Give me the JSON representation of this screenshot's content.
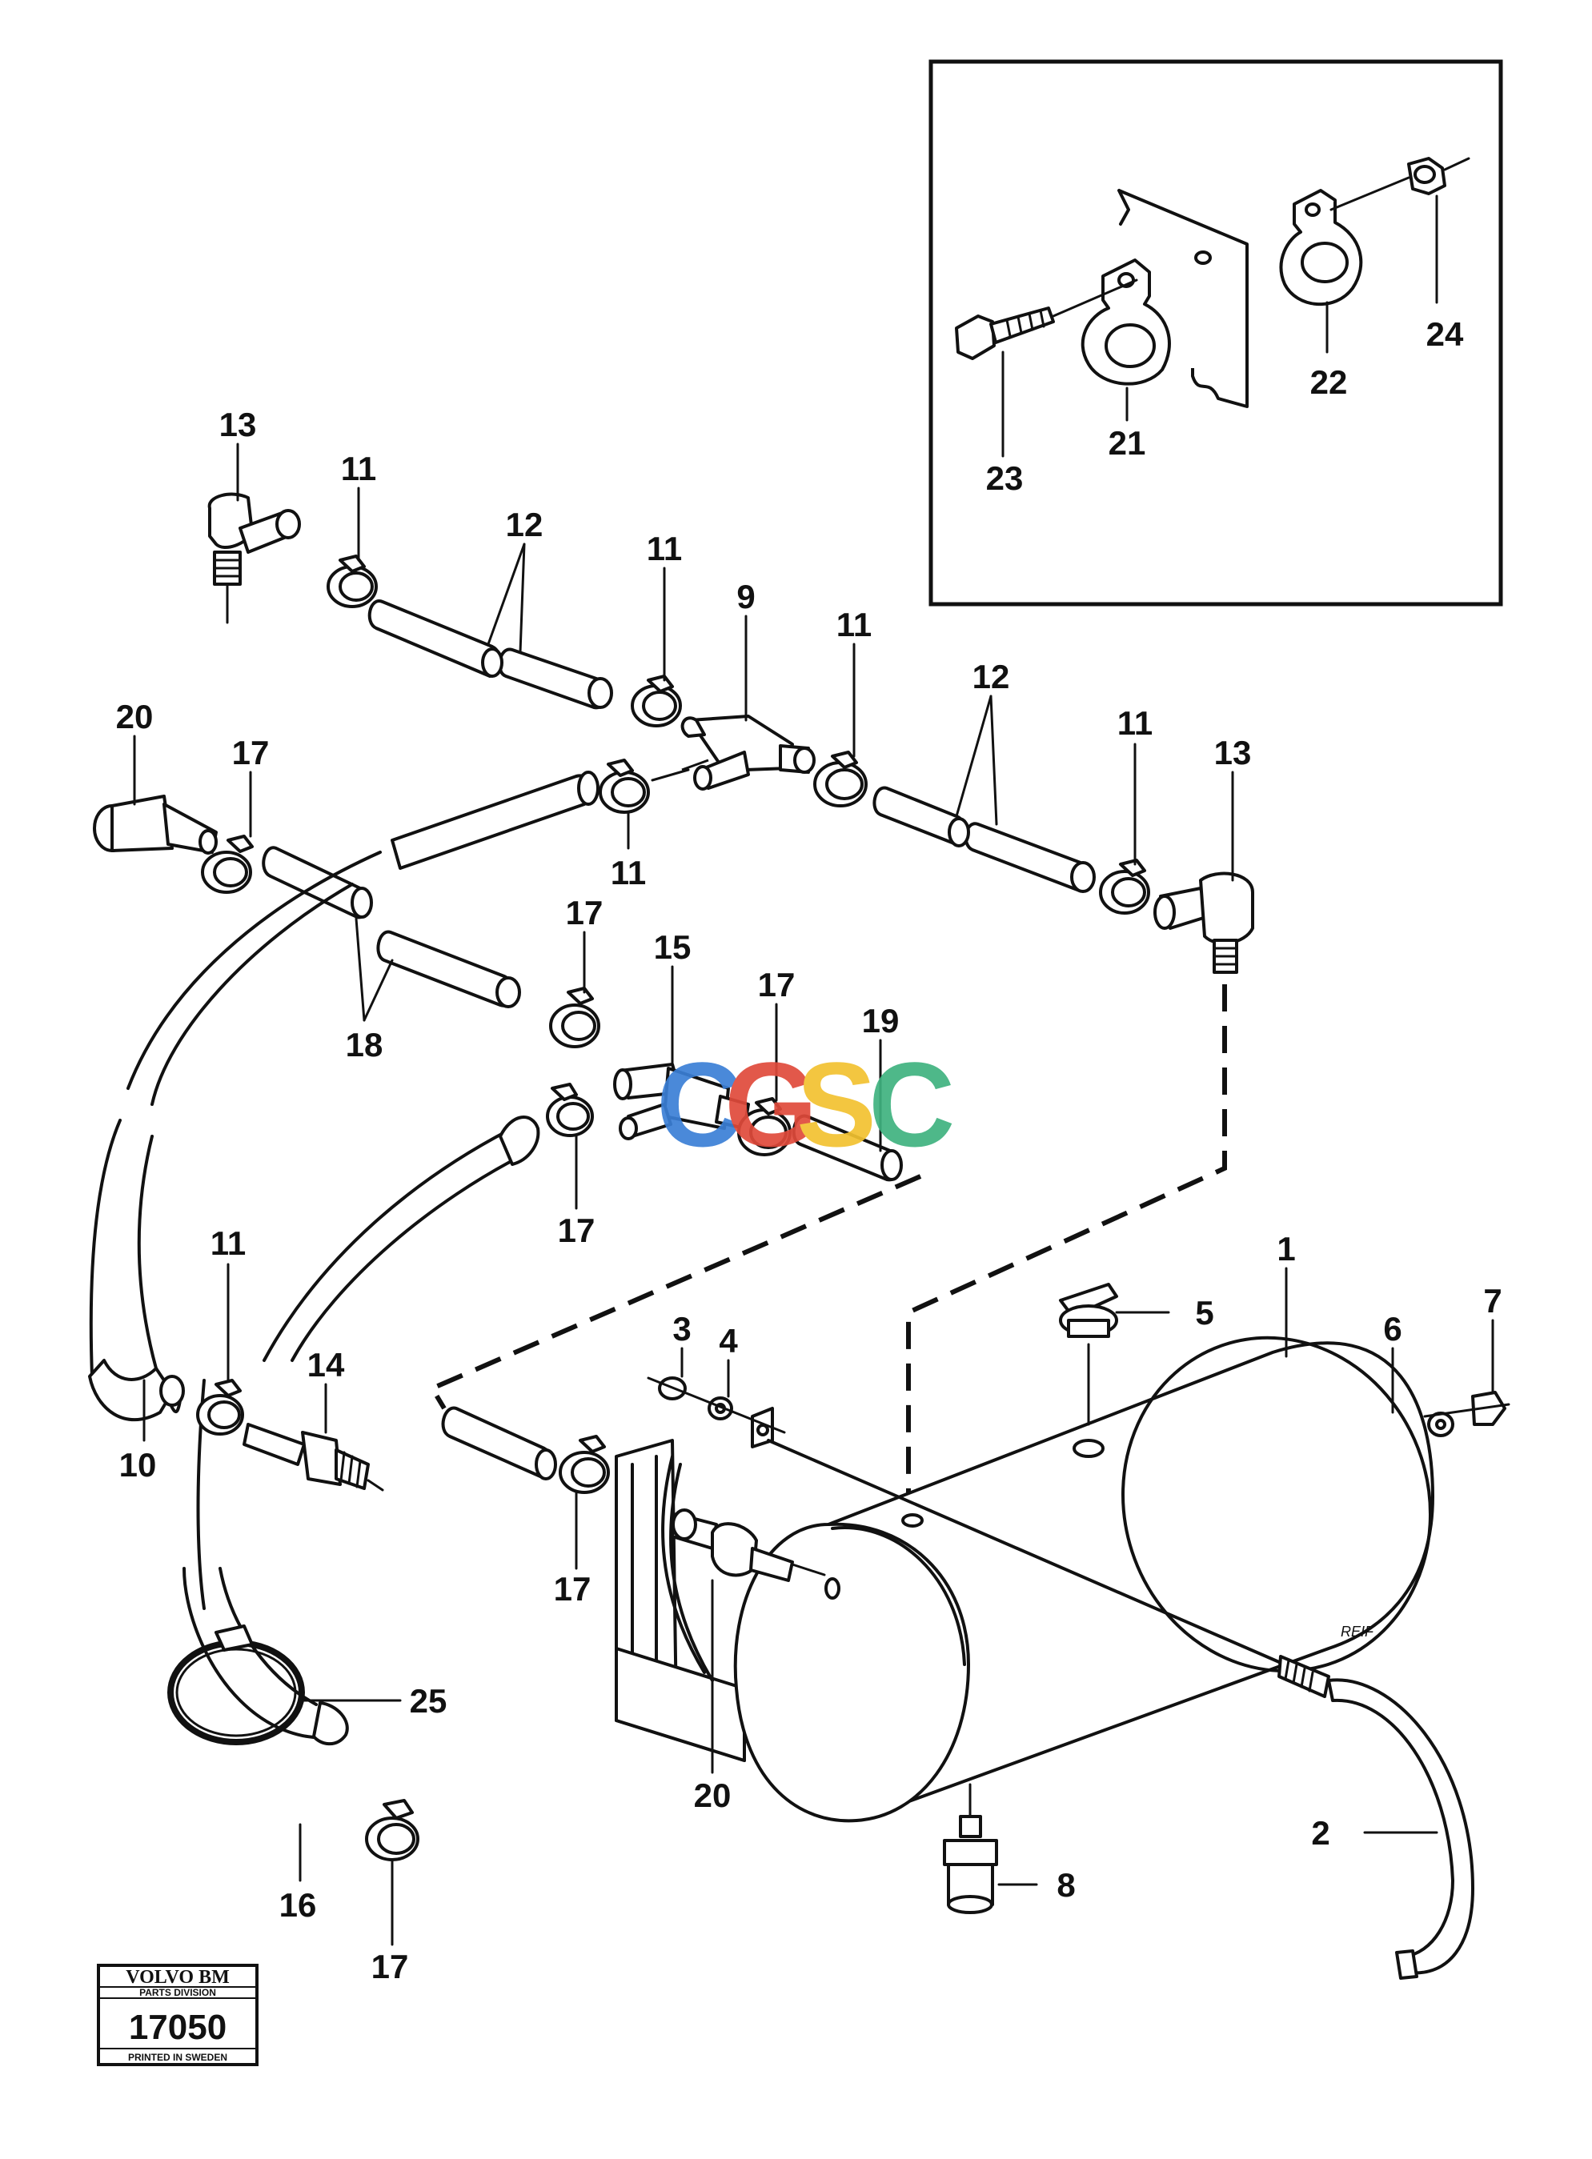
{
  "watermark": {
    "letters": [
      "C",
      "G",
      "S",
      "C"
    ],
    "colors": [
      "#3b7fd6",
      "#e04a3b",
      "#f2c230",
      "#3fb27f"
    ]
  },
  "title_block": {
    "brand": "VOLVO BM",
    "division": "PARTS DIVISION",
    "number": "17050",
    "printed": "PRINTED IN SWEDEN"
  },
  "tank_marking": "REIF",
  "callouts": [
    {
      "id": "c13a",
      "label": "13"
    },
    {
      "id": "c11a",
      "label": "11"
    },
    {
      "id": "c12a",
      "label": "12"
    },
    {
      "id": "c11b",
      "label": "11"
    },
    {
      "id": "c9",
      "label": "9"
    },
    {
      "id": "c11c",
      "label": "11"
    },
    {
      "id": "c12b",
      "label": "12"
    },
    {
      "id": "c11d",
      "label": "11"
    },
    {
      "id": "c13b",
      "label": "13"
    },
    {
      "id": "c20a",
      "label": "20"
    },
    {
      "id": "c17a",
      "label": "17"
    },
    {
      "id": "c11e",
      "label": "11"
    },
    {
      "id": "c17b",
      "label": "17"
    },
    {
      "id": "c15",
      "label": "15"
    },
    {
      "id": "c17c",
      "label": "17"
    },
    {
      "id": "c19",
      "label": "19"
    },
    {
      "id": "c18",
      "label": "18"
    },
    {
      "id": "c17d",
      "label": "17"
    },
    {
      "id": "c11f",
      "label": "11"
    },
    {
      "id": "c14",
      "label": "14"
    },
    {
      "id": "c10",
      "label": "10"
    },
    {
      "id": "c3",
      "label": "3"
    },
    {
      "id": "c4",
      "label": "4"
    },
    {
      "id": "c17e",
      "label": "17"
    },
    {
      "id": "c20b",
      "label": "20"
    },
    {
      "id": "c1",
      "label": "1"
    },
    {
      "id": "c5",
      "label": "5"
    },
    {
      "id": "c6",
      "label": "6"
    },
    {
      "id": "c7",
      "label": "7"
    },
    {
      "id": "c25",
      "label": "25"
    },
    {
      "id": "c16",
      "label": "16"
    },
    {
      "id": "c17f",
      "label": "17"
    },
    {
      "id": "c8",
      "label": "8"
    },
    {
      "id": "c2",
      "label": "2"
    },
    {
      "id": "c23",
      "label": "23"
    },
    {
      "id": "c21",
      "label": "21"
    },
    {
      "id": "c22",
      "label": "22"
    },
    {
      "id": "c24",
      "label": "24"
    }
  ]
}
